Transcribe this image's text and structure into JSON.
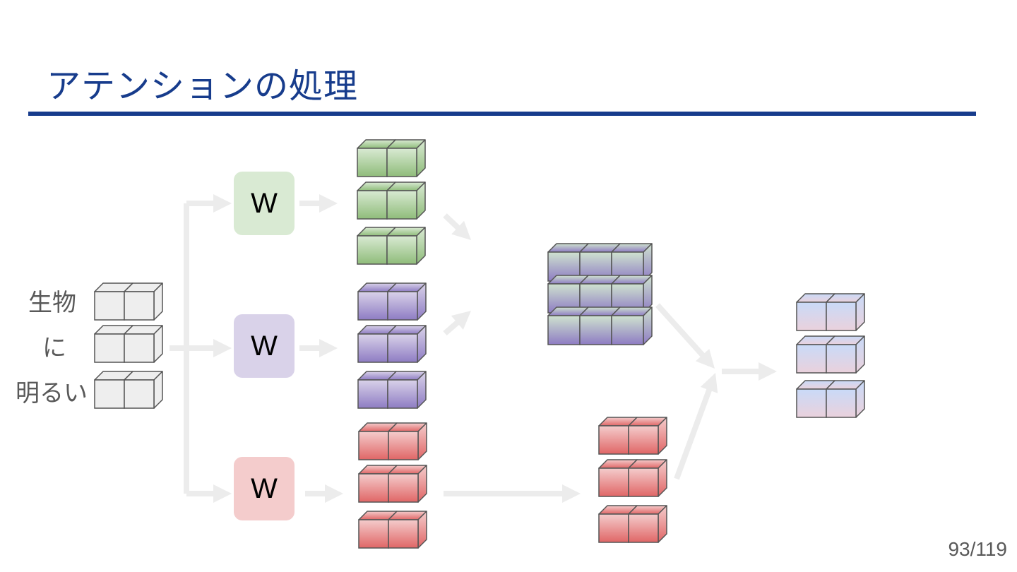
{
  "slide": {
    "title": "アテンションの処理",
    "page_number": "93/119"
  },
  "input_words": [
    "生物",
    "に",
    "明るい"
  ],
  "weight_label": "W",
  "colors": {
    "title": "#173c8c",
    "arrow": "#ececec",
    "input_cube": "#eeeeee",
    "q_top": "#d9ead3",
    "q_bottom": "#8fbc7a",
    "k_top": "#d9d2e9",
    "k_bottom": "#8e7cc3",
    "v_top": "#f4cccc",
    "v_bottom": "#e06666",
    "qk_top": "#cfe2cf",
    "qk_bottom": "#8e7cc3",
    "out_top": "#c9daf8",
    "out_bottom": "#ead1dc",
    "w_q": "#d9ead3",
    "w_k": "#d9d2e9",
    "w_v": "#f4cccc"
  }
}
